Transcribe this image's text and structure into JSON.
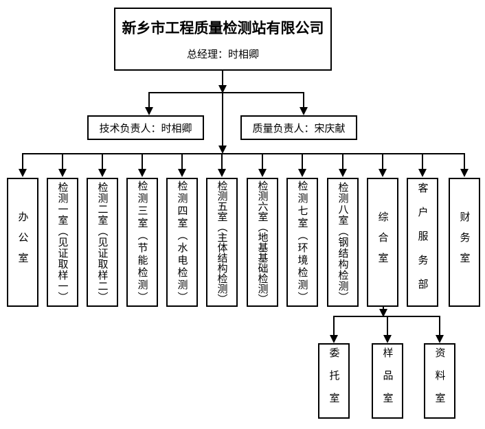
{
  "chart": {
    "type": "org-chart",
    "colors": {
      "line": "#000000",
      "box_border": "#000000",
      "box_fill": "#ffffff",
      "text": "#000000",
      "background": "#ffffff"
    },
    "root": {
      "title": "新乡市工程质量检测站有限公司",
      "subtitle": "总经理：时相卿"
    },
    "leaders": [
      {
        "label": "技术负责人：时相卿"
      },
      {
        "label": "质量负责人：宋庆献"
      }
    ],
    "departments": [
      {
        "label": "办公室"
      },
      {
        "label": "检测一室（见证取样一）"
      },
      {
        "label": "检测二室（见证取样二）"
      },
      {
        "label": "检测三室（节能检测）"
      },
      {
        "label": "检测四室（水电检测）"
      },
      {
        "label": "检测五室（主体结构检测）"
      },
      {
        "label": "检测六室（地基基础检测）"
      },
      {
        "label": "检测七室（环境检测）"
      },
      {
        "label": "检测八室（钢结构检测）"
      },
      {
        "label": "综合室"
      },
      {
        "label": "客户服务部"
      },
      {
        "label": "财务室"
      }
    ],
    "general_office_children": [
      {
        "label": "委托室"
      },
      {
        "label": "样品室"
      },
      {
        "label": "资料室"
      }
    ]
  }
}
